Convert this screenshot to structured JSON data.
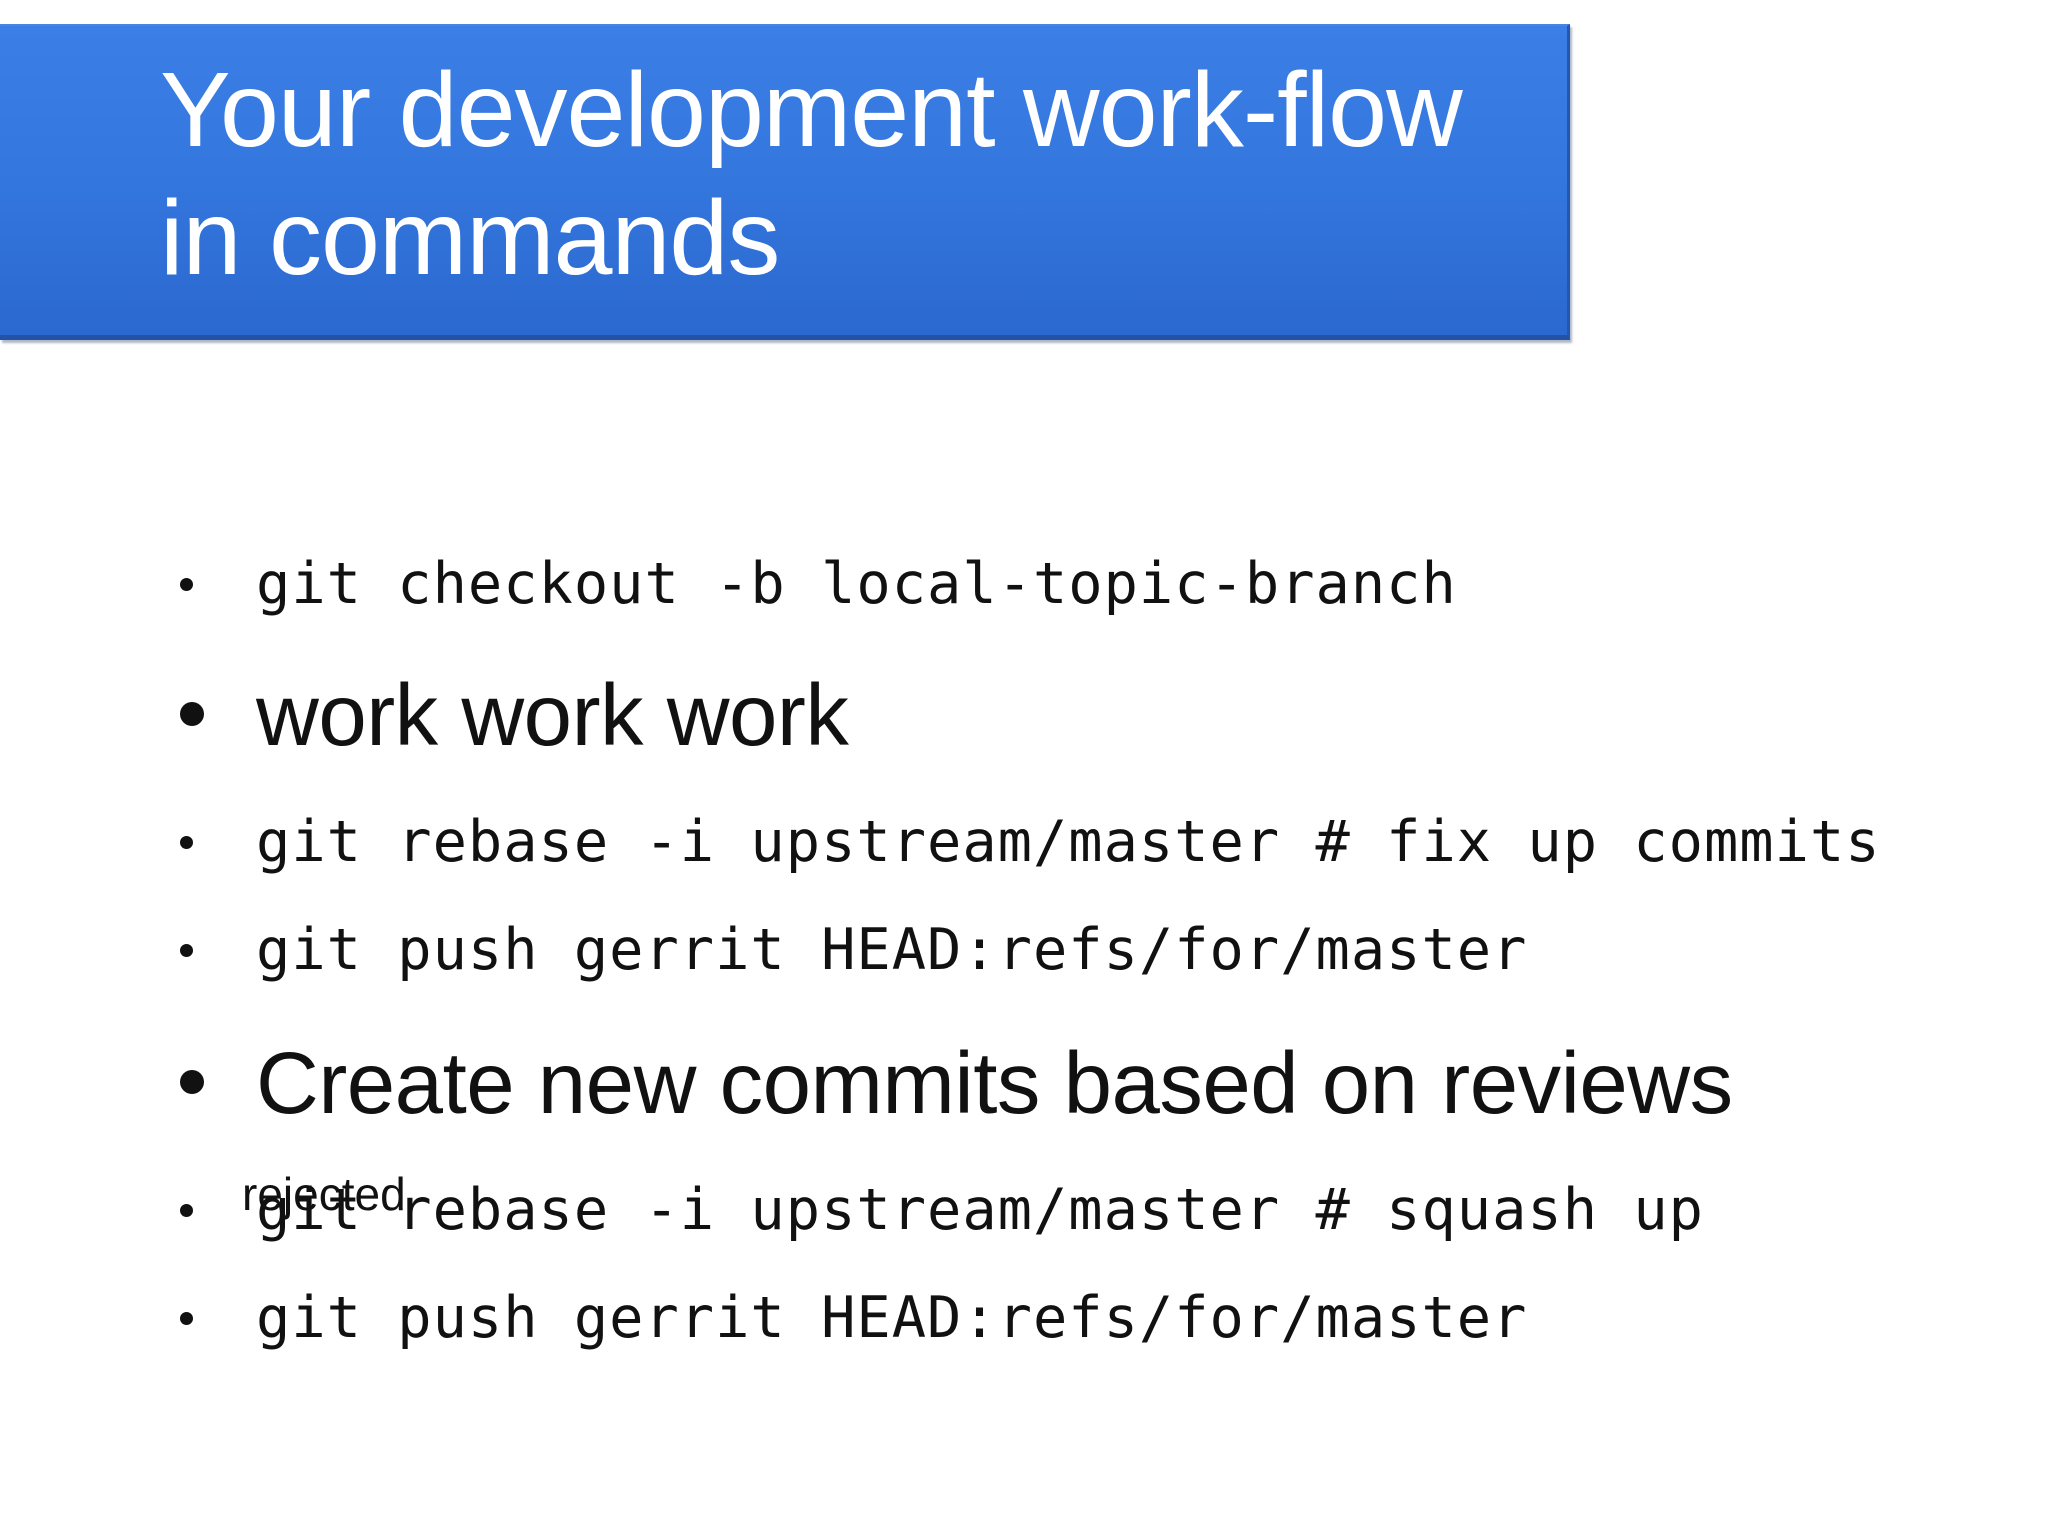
{
  "slide": {
    "title_lines": [
      "Your development work-flow",
      "in commands"
    ],
    "bullets": [
      {
        "text": "git checkout -b local-topic-branch",
        "style": "code"
      },
      {
        "text": "work work work",
        "style": "big"
      },
      {
        "text": "git rebase -i upstream/master # fix up commits",
        "style": "code"
      },
      {
        "text": "git push gerrit HEAD:refs/for/master",
        "style": "code"
      },
      {
        "text": "Create new commits based on reviews",
        "style": "big"
      },
      {
        "text": "git rebase -i upstream/master # squash up",
        "style": "code"
      },
      {
        "text": "git push gerrit HEAD:refs/for/master",
        "style": "code"
      }
    ],
    "overlay_note": "rejected"
  },
  "colors": {
    "title_bar": "#3478df",
    "title_text": "#ffffff",
    "body_text": "#111111",
    "background": "#ffffff"
  }
}
